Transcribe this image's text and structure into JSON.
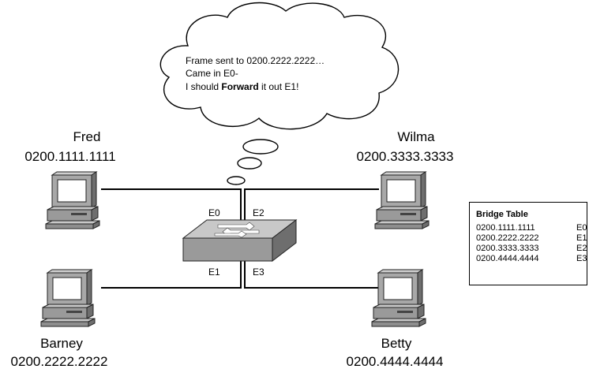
{
  "thought_bubble": {
    "line1": "Frame sent to 0200.2222.2222…",
    "line2": "Came in E0-",
    "line3_prefix": "I should ",
    "line3_bold": "Forward",
    "line3_suffix": " it out E1!"
  },
  "hosts": {
    "fred": {
      "name": "Fred",
      "mac": "0200.1111.1111"
    },
    "barney": {
      "name": "Barney",
      "mac": "0200.2222.2222"
    },
    "wilma": {
      "name": "Wilma",
      "mac": "0200.3333.3333"
    },
    "betty": {
      "name": "Betty",
      "mac": "0200.4444.4444"
    }
  },
  "ports": {
    "e0": "E0",
    "e1": "E1",
    "e2": "E2",
    "e3": "E3"
  },
  "bridge_table": {
    "title": "Bridge Table",
    "rows": [
      {
        "mac": "0200.1111.1111",
        "port": "E0"
      },
      {
        "mac": "0200.2222.2222",
        "port": "E1"
      },
      {
        "mac": "0200.3333.3333",
        "port": "E2"
      },
      {
        "mac": "0200.4444.4444",
        "port": "E3"
      }
    ]
  },
  "colors": {
    "device_gray": "#9a9a9a",
    "device_light": "#c8c8c8",
    "device_dark": "#6e6e6e",
    "screen_fill": "#ffffff",
    "line": "#000000"
  },
  "icons": {
    "computer": "computer-icon",
    "switch": "switch-icon",
    "thought": "thought-bubble-icon"
  }
}
